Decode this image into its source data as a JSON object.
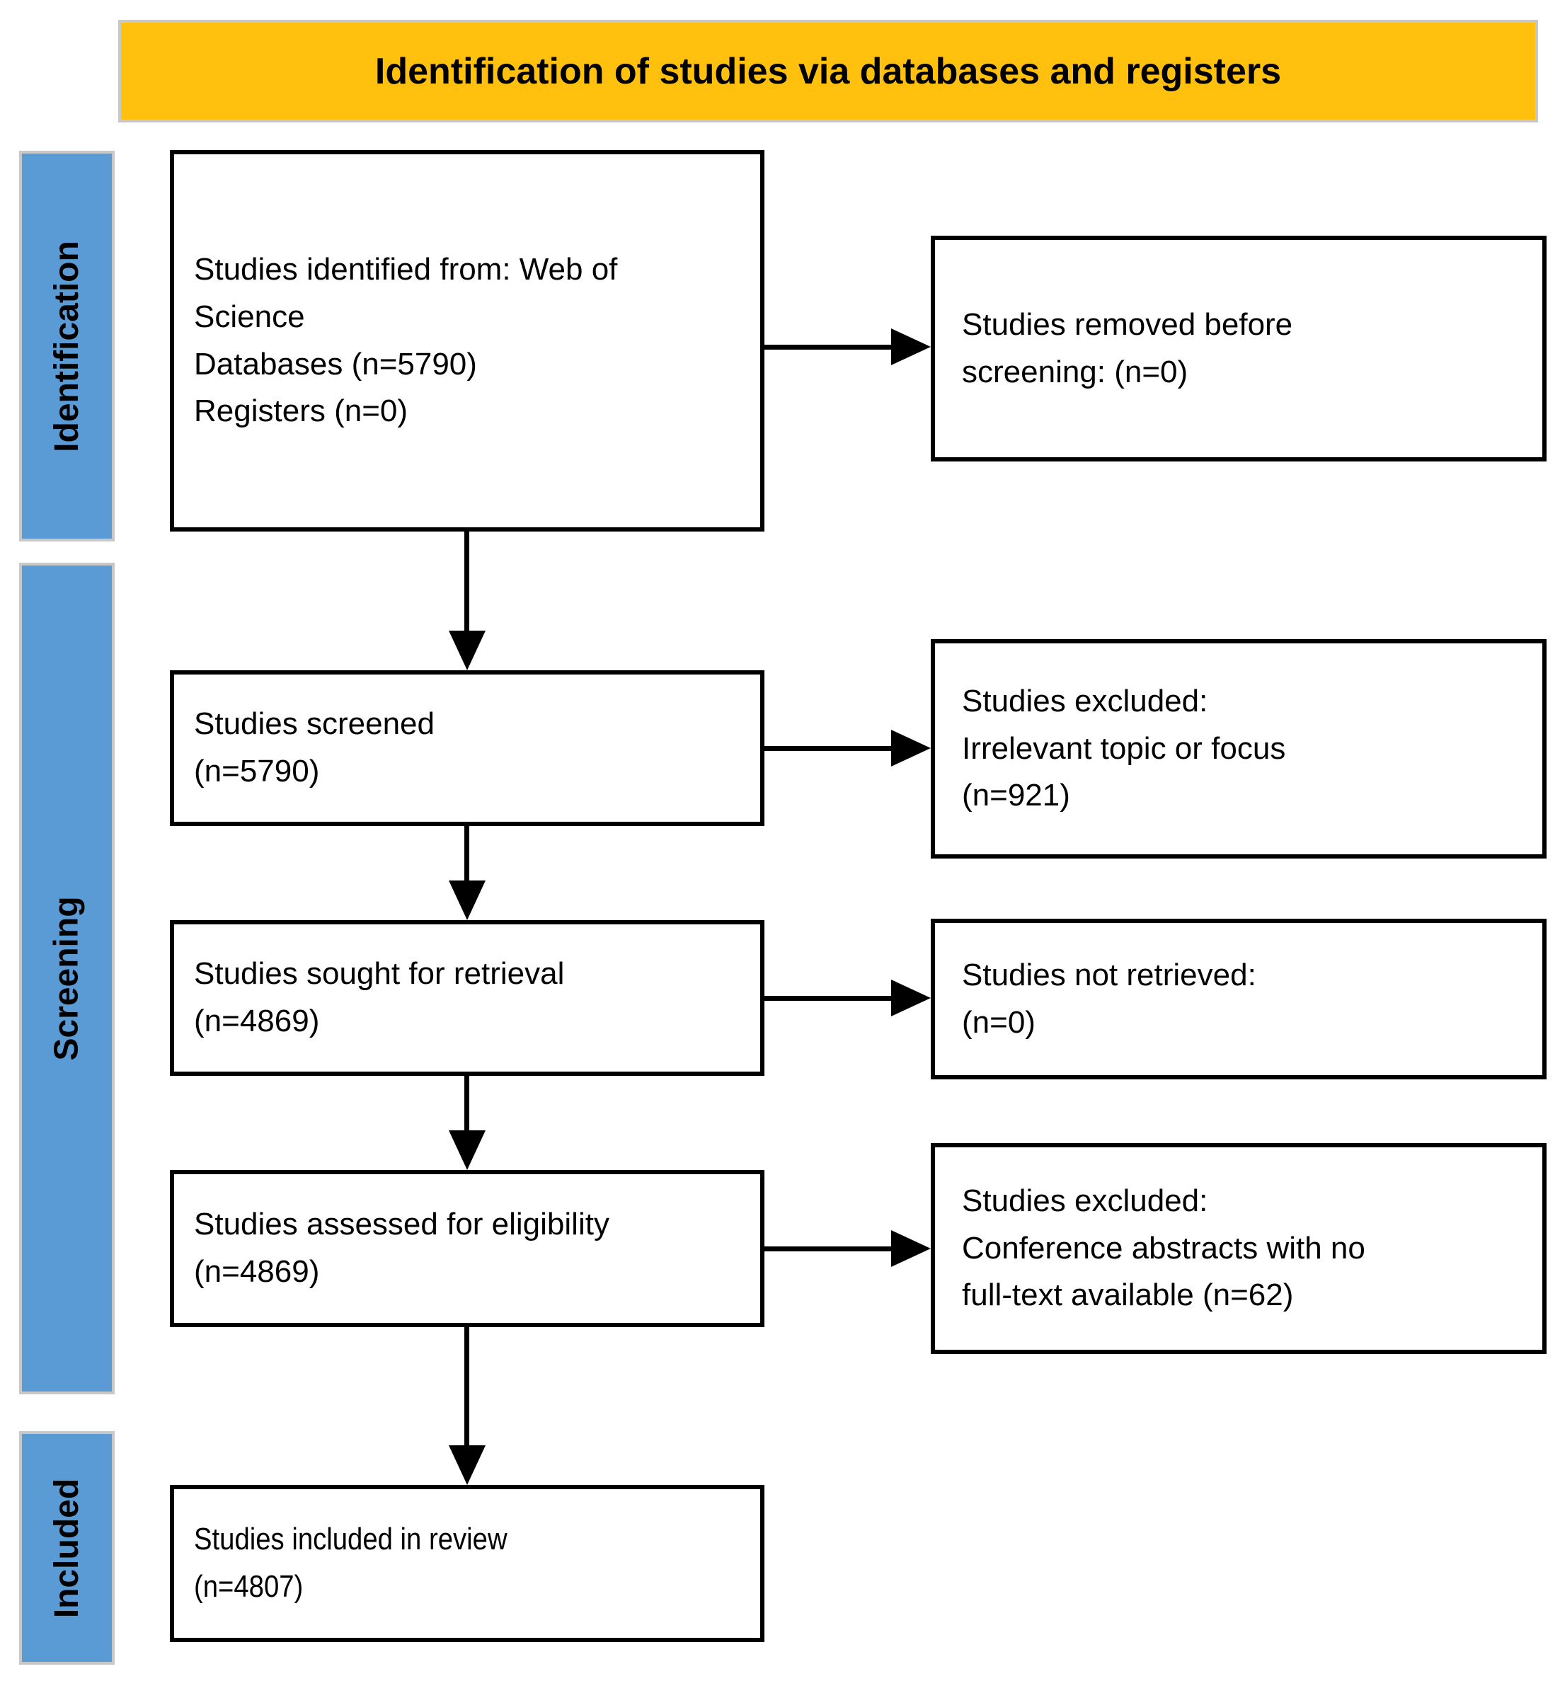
{
  "banner": {
    "title": "Identification of studies via databases and registers",
    "bg_color": "#FFC10D",
    "border_color": "#C8C8C8"
  },
  "stages": [
    {
      "id": "identification",
      "label": "Identification"
    },
    {
      "id": "screening",
      "label": "Screening"
    },
    {
      "id": "included",
      "label": "Included"
    }
  ],
  "stage_bar_color": "#5B9BD5",
  "flow": {
    "left_boxes": [
      {
        "id": "identified",
        "lines": [
          "Studies identified from: Web of",
          "Science",
          "Databases (n=5790)",
          "Registers (n=0)"
        ]
      },
      {
        "id": "screened",
        "lines": [
          "Studies screened",
          "(n=5790)"
        ]
      },
      {
        "id": "sought",
        "lines": [
          "Studies sought for retrieval",
          "(n=4869)"
        ]
      },
      {
        "id": "assessed",
        "lines": [
          "Studies assessed for eligibility",
          "(n=4869)"
        ]
      },
      {
        "id": "included",
        "lines": [
          "Studies included in review",
          "(n=4807)"
        ]
      }
    ],
    "right_boxes": [
      {
        "id": "removed-before-screening",
        "lines": [
          "Studies removed before",
          "screening: (n=0)"
        ]
      },
      {
        "id": "excluded-at-screening",
        "lines": [
          "Studies excluded:",
          "Irrelevant topic or focus",
          "(n=921)"
        ]
      },
      {
        "id": "not-retrieved",
        "lines": [
          "Studies not retrieved:",
          "(n=0)"
        ]
      },
      {
        "id": "excluded-at-eligibility",
        "lines": [
          "Studies excluded:",
          "Conference abstracts with no",
          "full-text available (n=62)"
        ]
      }
    ]
  }
}
